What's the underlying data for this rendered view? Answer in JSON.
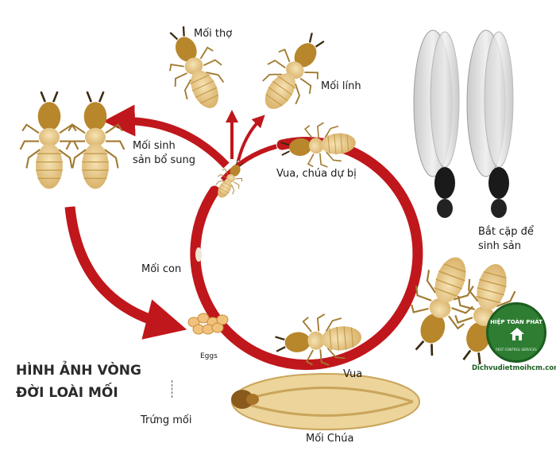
{
  "title": {
    "line1": "HÌNH ẢNH VÒNG",
    "line2": "ĐỜI LOÀI MỐI"
  },
  "labels": {
    "worker": "Mối thợ",
    "soldier": "Mối lính",
    "supplementary_line1": "Mối sinh",
    "supplementary_line2": "sản bổ sung",
    "reserve_king_queen": "Vua, chúa dự bị",
    "pairing_line1": "Bắt cặp để",
    "pairing_line2": "sinh sản",
    "nymph": "Mối con",
    "eggs": "Eggs",
    "king": "Vua",
    "queen": "Mối Chúa",
    "termite_eggs": "Trứng mối"
  },
  "logo": {
    "name": "HIỆP TOÀN PHÁT",
    "subtitle": "PEST CONTROL SERVICES",
    "website": "Dichvudietmoihcm.com"
  },
  "colors": {
    "cycle_red": "#c0171c",
    "termite_body": "#e6c98a",
    "termite_head": "#b8862b",
    "logo_green": "#2e7d32"
  }
}
